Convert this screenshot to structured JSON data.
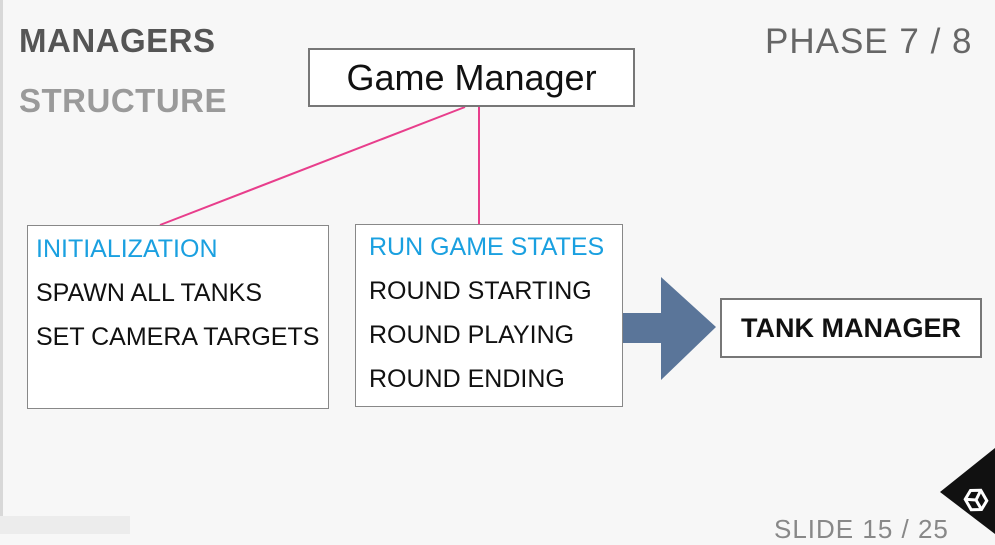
{
  "header": {
    "title_line1": "MANAGERS",
    "title_line2": "STRUCTURE",
    "phase": "PHASE 7 / 8"
  },
  "diagram": {
    "root": "Game Manager",
    "left_box": {
      "heading": "INITIALIZATION",
      "items": [
        "SPAWN ALL TANKS",
        "SET CAMERA TARGETS"
      ]
    },
    "middle_box": {
      "heading": "RUN GAME STATES",
      "items": [
        "ROUND STARTING",
        "ROUND PLAYING",
        "ROUND ENDING"
      ]
    },
    "target": "TANK MANAGER"
  },
  "footer": {
    "slide": "SLIDE 15 / 25"
  },
  "colors": {
    "connector": "#e83e8c",
    "arrow": "#5a7599",
    "heading_blue": "#1aa0e0",
    "logo_bg": "#111111"
  },
  "icons": [
    "unity-logo-icon"
  ]
}
